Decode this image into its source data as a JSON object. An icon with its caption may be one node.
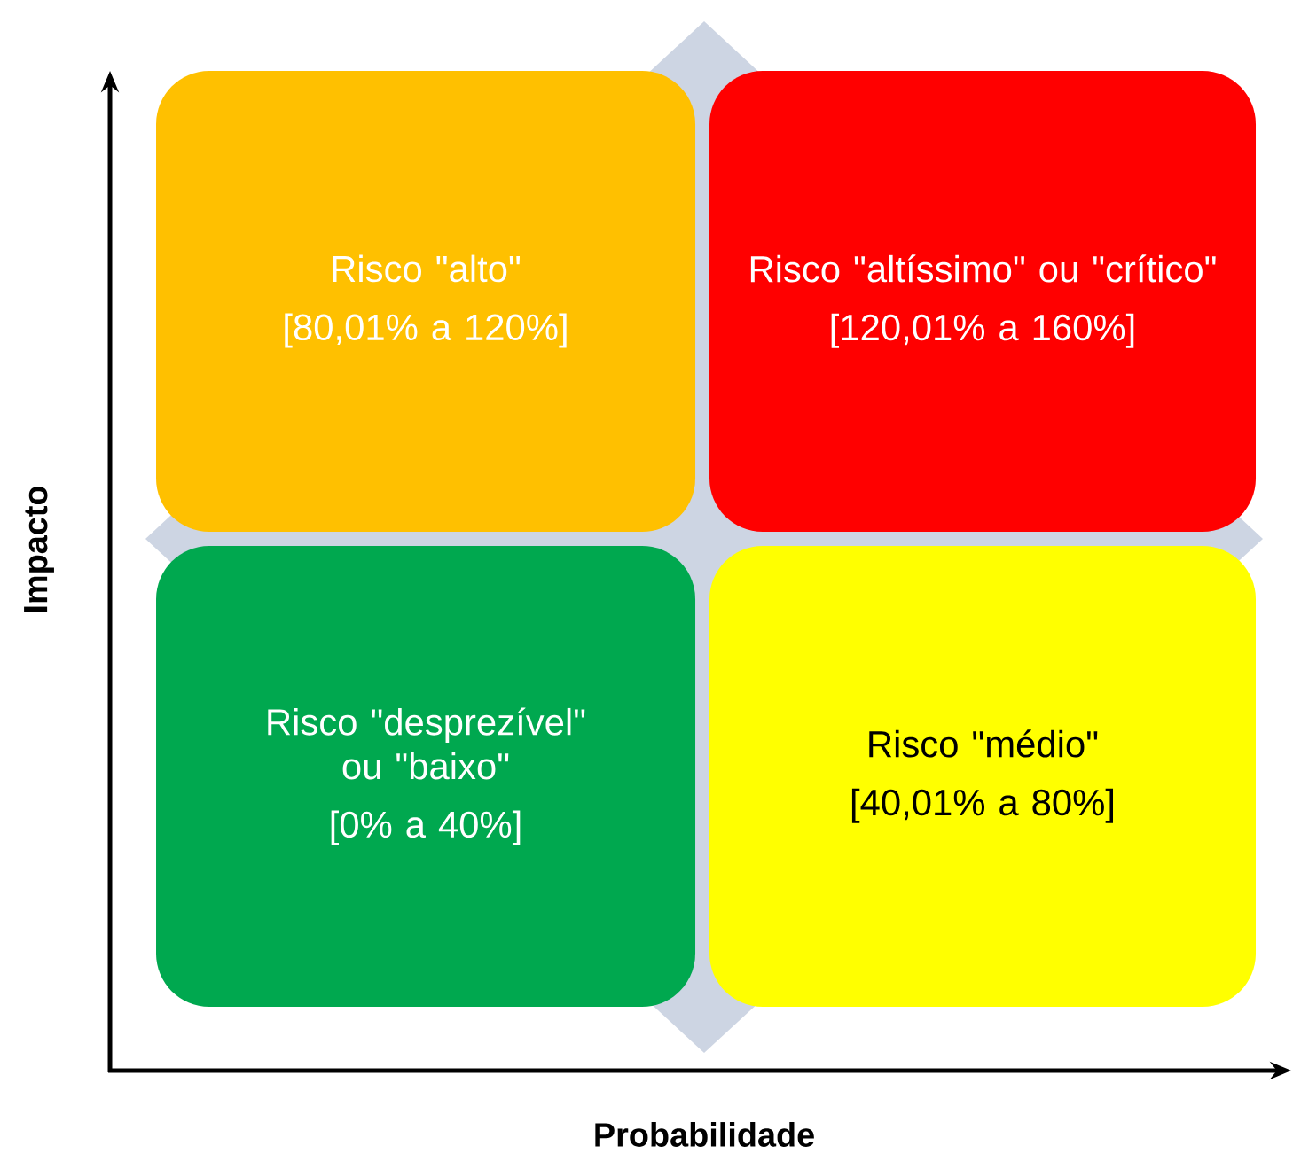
{
  "diagram": {
    "nodes": [
      {
        "text": [
          "Risco \"alto\"",
          "[80,01% a 120%]"
        ]
      },
      {
        "text": [
          "Risco \"altíssimo\" ou \"crítico\"",
          "[120,01% a 160%]"
        ]
      },
      {
        "text": [
          "Risco \"desprezível\" ou \"baixo\"",
          "[0% a 40%]"
        ]
      },
      {
        "text": [
          "Risco \"médio\"",
          "[40,01% a 80%]"
        ]
      }
    ],
    "labels": [
      "Impacto",
      "Probabilidade"
    ]
  }
}
